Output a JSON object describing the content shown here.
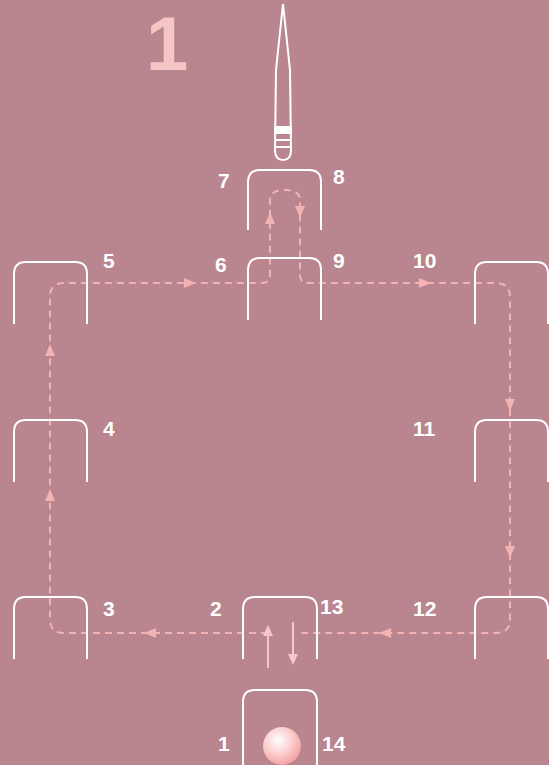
{
  "diagram": {
    "title": "1",
    "labels": [
      "7",
      "8",
      "5",
      "6",
      "9",
      "10",
      "4",
      "11",
      "3",
      "2",
      "13",
      "12",
      "1",
      "14"
    ]
  }
}
